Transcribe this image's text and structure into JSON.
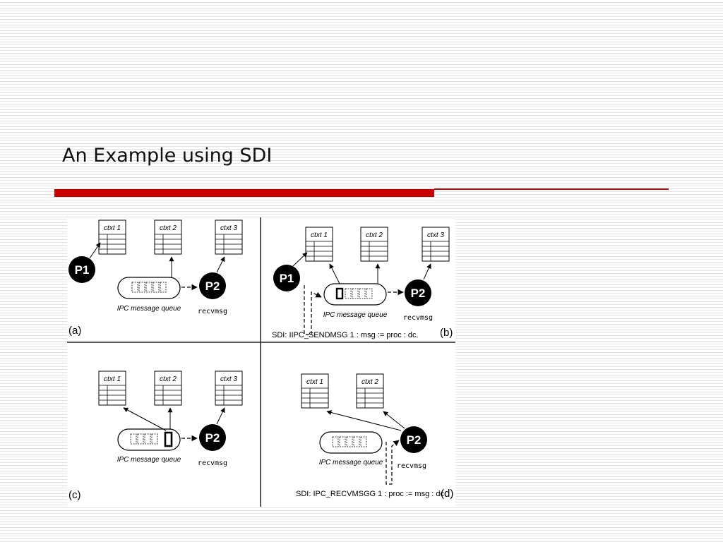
{
  "slide": {
    "title": "An Example using SDI"
  },
  "colors": {
    "accent": "#cc0000",
    "ink": "#000000",
    "panel_bg": "#ffffff"
  },
  "figure": {
    "panels": [
      {
        "tag": "(a)",
        "contexts": [
          "ctxt 1",
          "ctxt 2",
          "ctxt 3"
        ],
        "process_labels": [
          "P1",
          "P2"
        ],
        "queue_label": "IPC message queue",
        "op_label": "recvmsg",
        "caption": ""
      },
      {
        "tag": "(b)",
        "contexts": [
          "ctxt 1",
          "ctxt 2",
          "ctxt 3"
        ],
        "process_labels": [
          "P1",
          "P2"
        ],
        "queue_label": "IPC message queue",
        "op_label": "recvmsg",
        "caption": "SDI: IIPC_SENDMSG 1 : msg := proc : dc."
      },
      {
        "tag": "(c)",
        "contexts": [
          "ctxt 1",
          "ctxt 2",
          "ctxt 3"
        ],
        "process_labels": [
          "P2"
        ],
        "queue_label": "IPC message queue",
        "op_label": "recvmsg",
        "caption": ""
      },
      {
        "tag": "(d)",
        "contexts": [
          "ctxt 1",
          "ctxt 2"
        ],
        "process_labels": [
          "P2"
        ],
        "queue_label": "IPC message queue",
        "op_label": "recvmsg",
        "caption": "SDI: IPC_RECVMSGG 1 : proc := msg : dc."
      }
    ]
  }
}
